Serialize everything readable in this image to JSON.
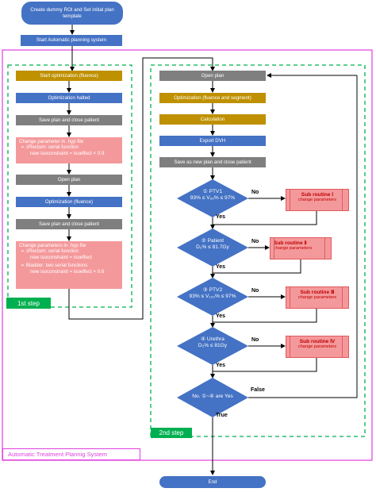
{
  "nodes": {
    "create_roi": "Create dummy ROI and Set initial plan template",
    "start_system": "Start Automatic planning system",
    "s1_start_opt": "Start optimization (fluence)",
    "s1_opt_halted": "Optimization halted",
    "s1_save1": "Save plan and close patient",
    "s1_change1": [
      "Change parameter in .hyp file",
      "➢ zRectum: serial function",
      "new isoconstraint = isoeffect × 0.9"
    ],
    "s1_open_plan": "Open plan",
    "s1_opt2": "Optimization (fluence)",
    "s1_save2": "Save plan and close patient",
    "s1_change2": [
      "Change parameters in .hyp file",
      "➢ zRectum: serial function",
      "new isoconstraint = isoeffect",
      "➢ Bladder: two serial functions",
      "new isoconstraint = isoeffect × 0.6"
    ],
    "s2_open_plan": "Open plan",
    "s2_opt": "Optimization (fluence and segment)",
    "s2_calc": "Calculation",
    "s2_export": "Export DVH",
    "s2_save": "Save as new plan and close patient",
    "end": "End"
  },
  "decisions": {
    "d1": [
      "① PTV1",
      "93% ≤ V₉₅% ≤ 97%"
    ],
    "d2": [
      "② Patient",
      "D₂% ≤ 81.7Gy"
    ],
    "d3": [
      "③ PTV2",
      "93% ≤ V₁₀₀% ≤ 97%"
    ],
    "d4": [
      "④ Urethra",
      "D₂% ≤ 81Gy"
    ],
    "d5": [
      "No. ①~④ are Yes"
    ]
  },
  "subroutines": [
    {
      "title": "Sub routine Ⅰ",
      "desc": "change parameters"
    },
    {
      "title": "Sub routine Ⅱ",
      "desc": "change parameters"
    },
    {
      "title": "Sub routine Ⅲ",
      "desc": "change parameters"
    },
    {
      "title": "Sub routine Ⅳ",
      "desc": "change parameters"
    }
  ],
  "edge_labels": {
    "no": "No",
    "yes": "Yes",
    "false": "False",
    "true": "True"
  },
  "labels": {
    "step1": "1st step",
    "step2": "2nd step",
    "system": "Automatic Treatment Plannig System"
  },
  "colors": {
    "blue": "#4472c4",
    "gold": "#bf9000",
    "gray": "#7f7f7f",
    "pink": "#f4999b",
    "green": "#00b050",
    "magenta": "#e040e0"
  }
}
